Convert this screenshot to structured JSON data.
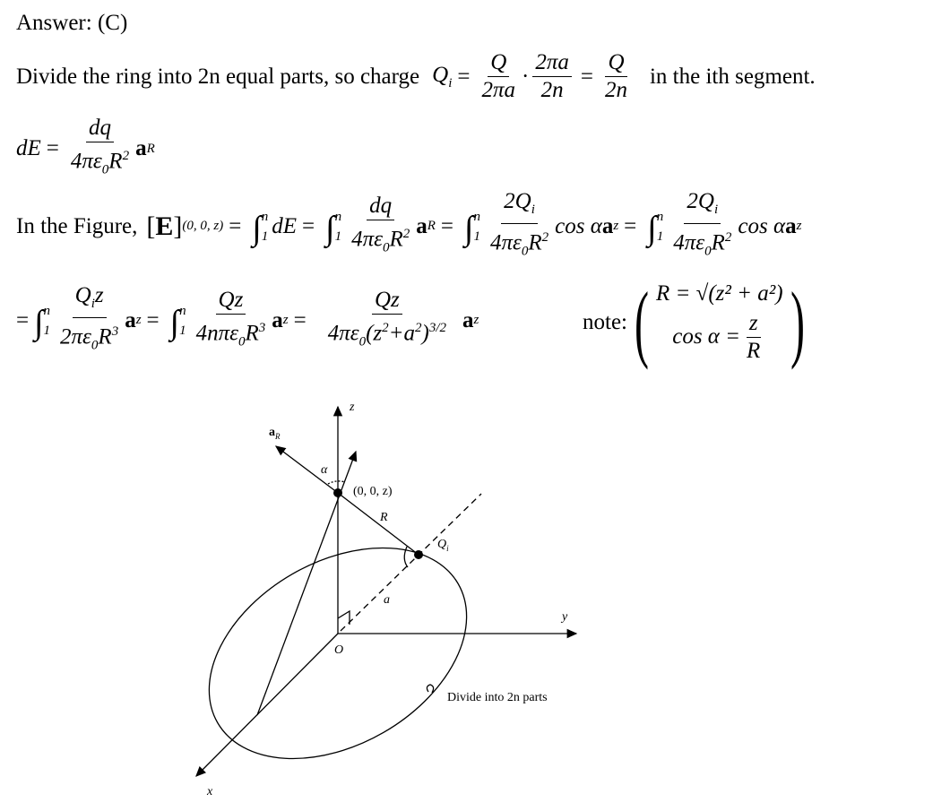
{
  "answer": "Answer: (C)",
  "line2": {
    "intro": "Divide the ring into 2n equal parts, so charge",
    "Qi": "Q",
    "i": "i",
    "eq": "=",
    "f1n": "Q",
    "f1d": "2πa",
    "dot": "·",
    "f2n": "2πa",
    "f2d": "2n",
    "f3n": "Q",
    "f3d": "2n",
    "outro": "in the ith segment."
  },
  "line3": {
    "dE": "dE",
    "eq": "=",
    "num": "dq",
    "den": "4πε",
    "den0": "0",
    "denR": "R",
    "den2": "2",
    "a": "a",
    "sub": "R"
  },
  "line4": {
    "intro": "In the Figure,",
    "E": "E",
    "sub": "(0, 0, z)",
    "eq": "=",
    "lo": "1",
    "hi": "n",
    "dE": "dE",
    "t2n": "dq",
    "t3n": "2Q",
    "i": "i",
    "den": "4πε",
    "den0": "0",
    "denR": "R",
    "den2": "2",
    "cos": "cos α",
    "a": "a",
    "subR": "R",
    "subz": "z"
  },
  "line5": {
    "eq": "=",
    "lo": "1",
    "hi": "n",
    "t1n": "Q",
    "i": "i",
    "t1z": "z",
    "t1d": "2πε",
    "d0": "0",
    "dR": "R",
    "d3": "3",
    "t2n": "Qz",
    "t2d": "4nπε",
    "t3n": "Qz",
    "t3d": "4πε",
    "t3p": "(z",
    "sq": "2",
    "plus": "+a",
    "close": ")",
    "exp": "3/2",
    "a": "a",
    "subz": "z"
  },
  "note": {
    "label": "note:",
    "R": "R = √(z² + a²)",
    "cos": "cos α =",
    "cn": "z",
    "cd": "R"
  },
  "diagram": {
    "z": "z",
    "y": "y",
    "x": "x",
    "O": "O",
    "aR": "a",
    "aRsub": "R",
    "alpha": "α",
    "point": "(0, 0, z)",
    "R": "R",
    "Q": "Q",
    "Qsub": "i",
    "a": "a",
    "caption": "Divide into 2n parts"
  }
}
